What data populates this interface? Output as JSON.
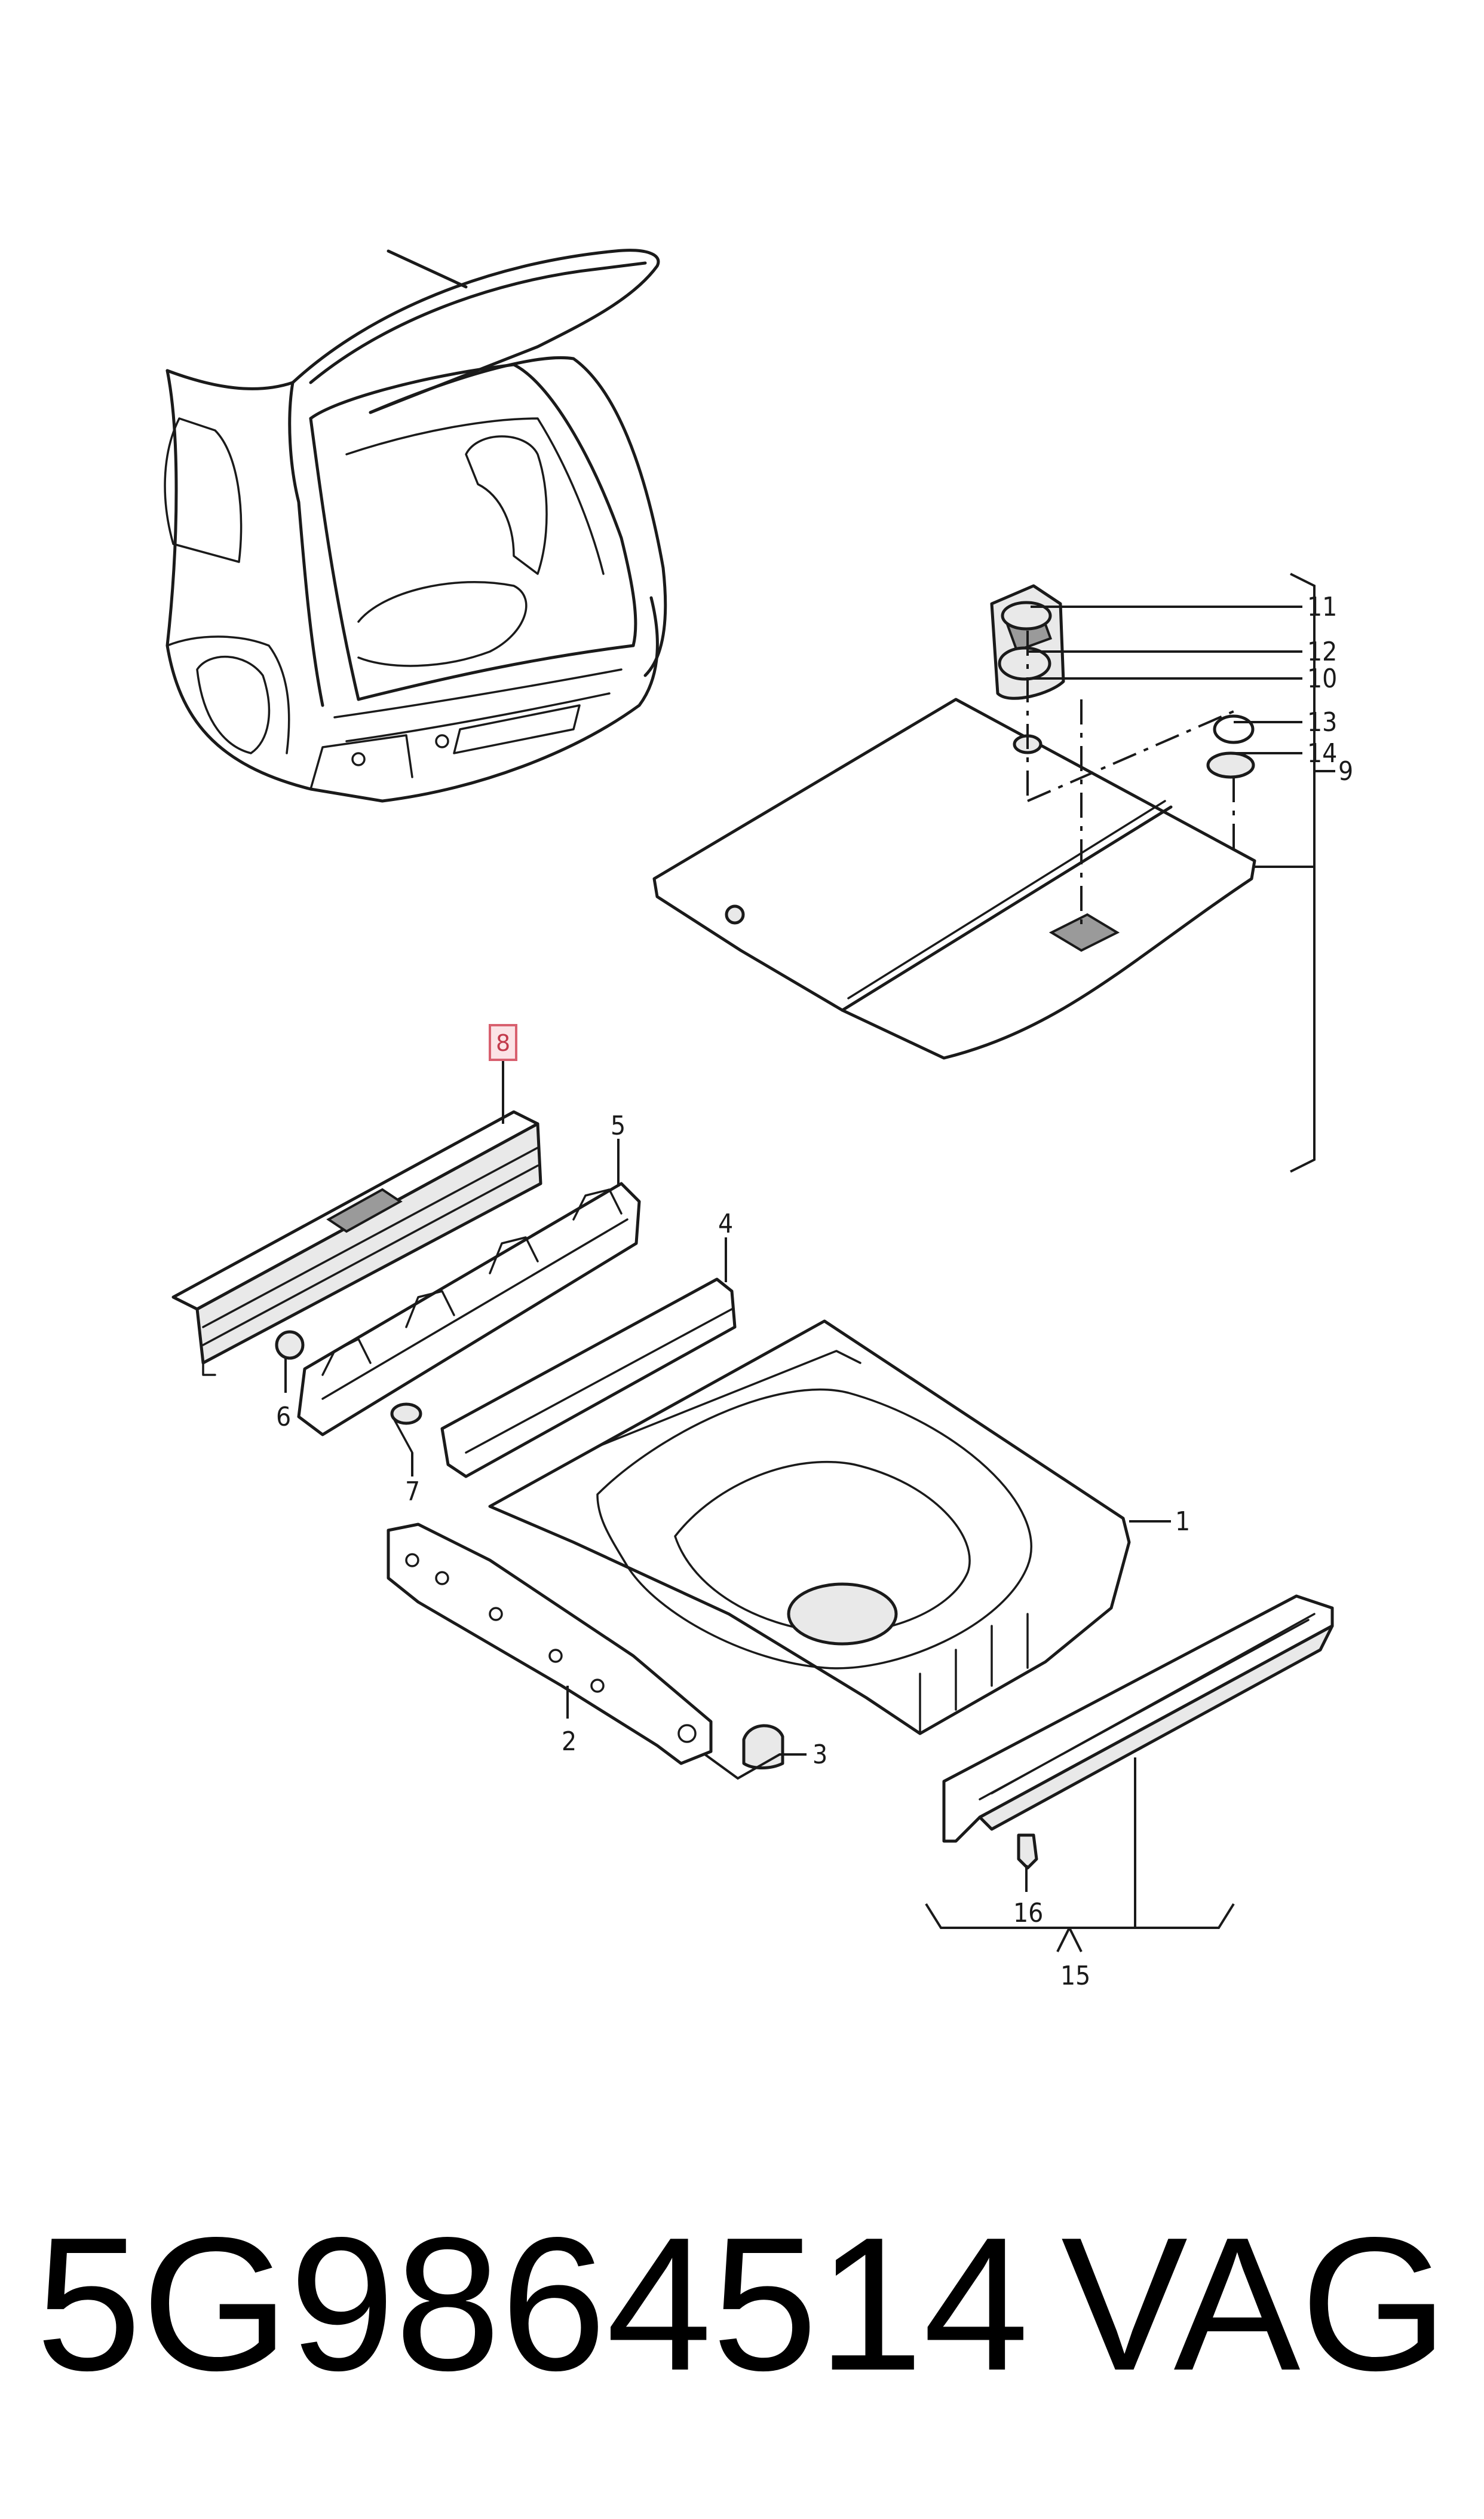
{
  "part_number": "5G9864514",
  "brand": "VAG",
  "highlight_color": "#d8606f",
  "callouts": {
    "c1": "1",
    "c2": "2",
    "c3": "3",
    "c4": "4",
    "c5": "5",
    "c6": "6",
    "c7": "7",
    "c8": "8",
    "c9": "9",
    "c10": "10",
    "c11": "11",
    "c12": "12",
    "c13": "13",
    "c14": "14",
    "c15": "15",
    "c16": "16"
  },
  "highlighted_callout": "8"
}
